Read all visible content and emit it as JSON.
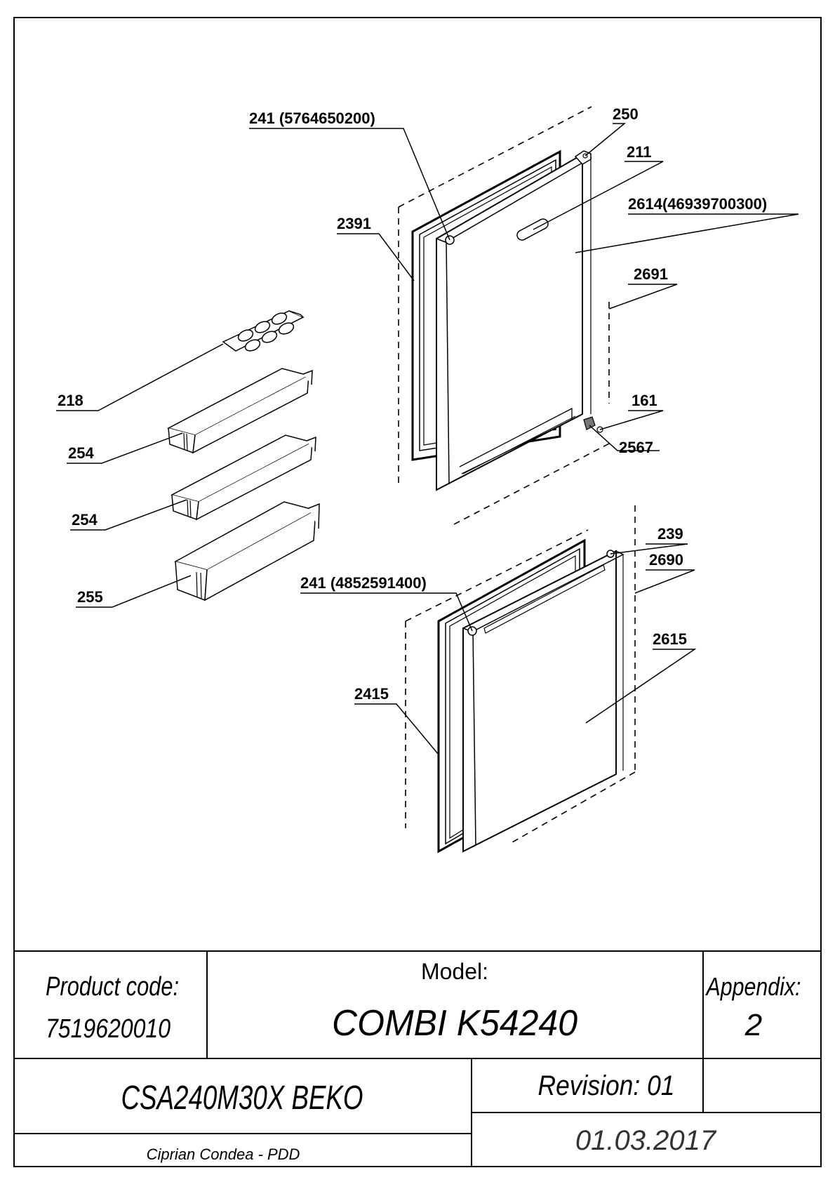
{
  "callouts": {
    "c241_top": "241 (5764650200)",
    "c250": "250",
    "c211": "211",
    "c2614": "2614(46939700300)",
    "c2391": "2391",
    "c2691": "2691",
    "c218": "218",
    "c254_a": "254",
    "c254_b": "254",
    "c255": "255",
    "c161": "161",
    "c2567": "2567",
    "c239": "239",
    "c2690": "2690",
    "c241_bottom": "241 (4852591400)",
    "c2615": "2615",
    "c2415": "2415"
  },
  "title_block": {
    "product_code_label": "Product code:",
    "product_code": "7519620010",
    "model_label": "Model:",
    "model": "COMBI K54240",
    "appendix_label": "Appendix:",
    "appendix": "2",
    "product_name": "CSA240M30X BEKO",
    "revision": "Revision: 01",
    "author": "Ciprian Condea - PDD",
    "date": "01.03.2017"
  }
}
